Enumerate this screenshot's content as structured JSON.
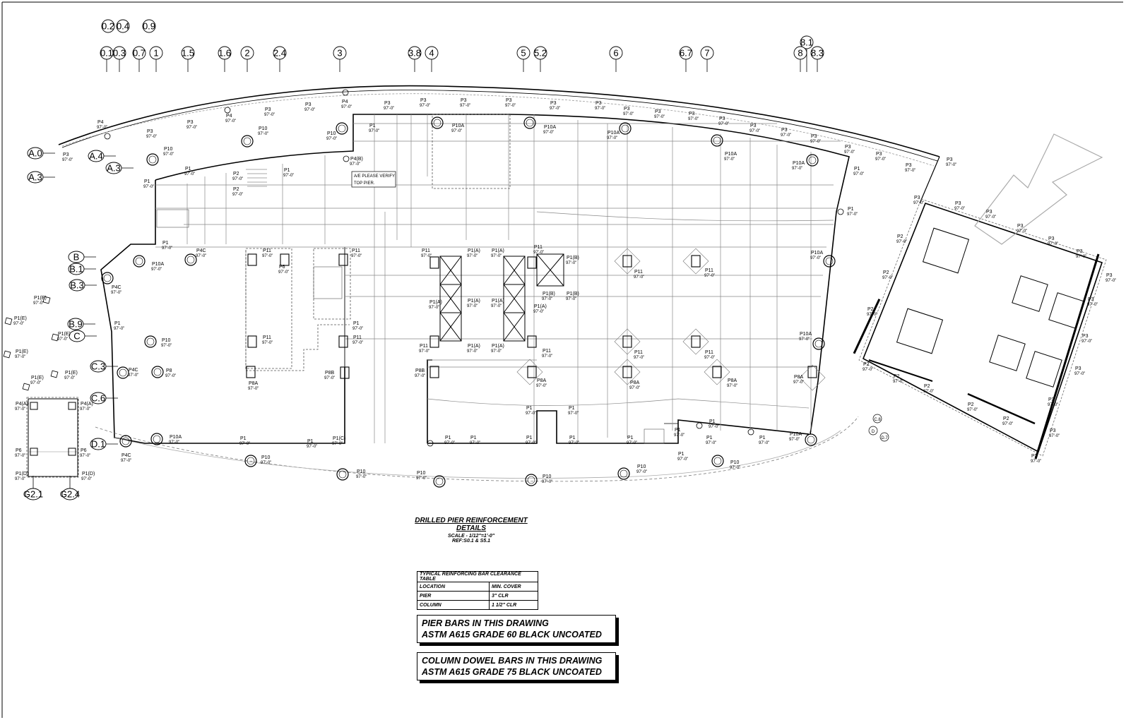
{
  "title": "DRILLED PIER REINFORCEMENT DETAILS",
  "scale": "SCALE - 1/12\"=1'-0\"",
  "ref": "REF:S0.1 & S5.1",
  "clearance_table": {
    "title": "TYPICAL REINFORCING BAR CLEARANCE TABLE",
    "header": [
      "LOCATION",
      "MIN. COVER"
    ],
    "rows": [
      [
        "PIER",
        "3\" CLR"
      ],
      [
        "COLUMN",
        "1 1/2\" CLR"
      ]
    ]
  },
  "notes": [
    {
      "line1": "PIER BARS IN THIS DRAWING",
      "line2": "ASTM A615 GRADE 60 BLACK UNCOATED"
    },
    {
      "line1": "COLUMN DOWEL BARS IN THIS DRAWING",
      "line2": "ASTM A615 GRADE 75 BLACK UNCOATED"
    }
  ],
  "plan_note": [
    "A/E PLEASE VERIFY",
    "TOP PIER."
  ],
  "grid_top": [
    "0.2",
    "0.4",
    "0.9",
    "0.1",
    "0.3",
    "0.7",
    "1",
    "1.5",
    "1.6",
    "2",
    "2.4",
    "3",
    "3.8",
    "4",
    "5",
    "5.2",
    "6",
    "6.7",
    "7",
    "8.1",
    "8",
    "8.3"
  ],
  "grid_left": [
    "A.0",
    "A.4",
    "A.3",
    "A.3",
    "B",
    "B.1",
    "B.3",
    "B.9",
    "C",
    "C.3",
    "C.6",
    "D.1",
    "G2.1",
    "G2.4"
  ],
  "grid_right": [
    "C.8",
    "D",
    "D.7"
  ],
  "elevation": "97'-0\"",
  "pier_types": [
    "P1",
    "P1(A)",
    "P1(B)",
    "P1(C)",
    "P1(D)",
    "P1(E)",
    "P2",
    "P3",
    "P4",
    "P4(A)",
    "P4(B)",
    "P4C",
    "P6",
    "P8",
    "P8A",
    "P8B",
    "P10",
    "P10A",
    "P11"
  ]
}
